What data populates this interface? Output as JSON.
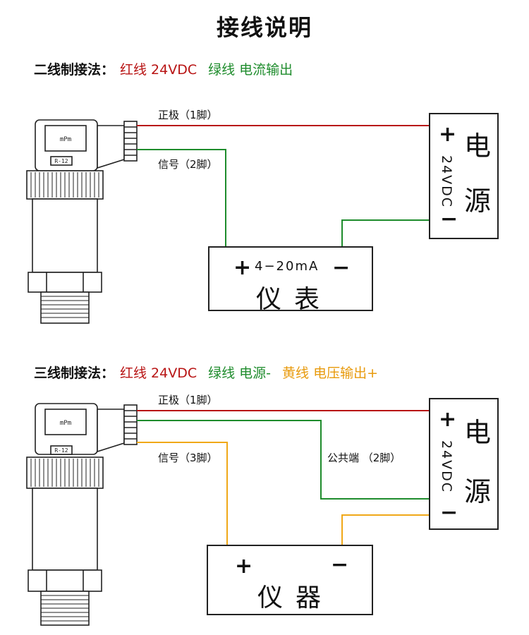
{
  "title": "接线说明",
  "two_wire": {
    "label": "二线制接法：",
    "red": "红线 24VDC",
    "green": "绿线 电流输出",
    "pin1": "正极（1脚）",
    "pin2": "信号（2脚）",
    "psu_voltage": "24VDC",
    "psu_chars": [
      "电",
      "源"
    ],
    "psu_plus": "+",
    "psu_minus": "−",
    "meter_plus": "+",
    "meter_range": "4−20mA",
    "meter_minus": "−",
    "meter_name": "仪表"
  },
  "three_wire": {
    "label": "三线制接法：",
    "red": "红线 24VDC",
    "green": "绿线 电源-",
    "yellow": "黄线 电压输出+",
    "pin1": "正极（1脚）",
    "pin3": "信号（3脚）",
    "common": "公共端 （2脚）",
    "psu_voltage": "24VDC",
    "psu_chars": [
      "电",
      "源"
    ],
    "psu_plus": "+",
    "psu_minus": "−",
    "meter_plus": "+",
    "meter_minus": "−",
    "meter_name": "仪器"
  },
  "sensor": {
    "unit_label": "mPm",
    "model": "R-12"
  },
  "colors": {
    "red_wire": "#b81414",
    "green_wire": "#1e8c2c",
    "yellow_wire": "#f0a818"
  }
}
